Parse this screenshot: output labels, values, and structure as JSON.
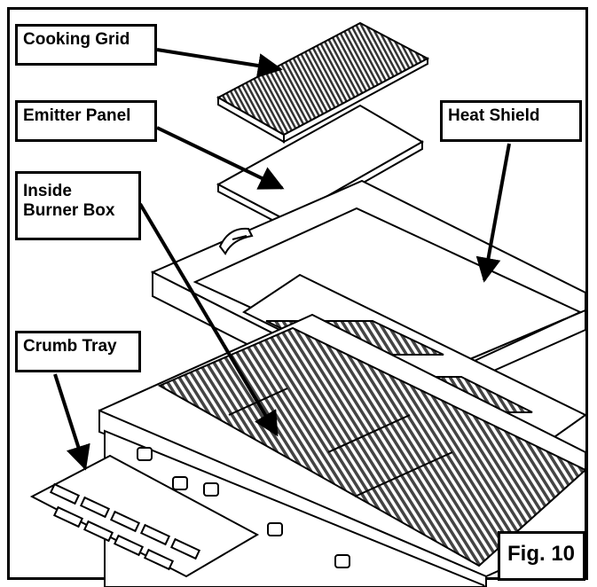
{
  "labels": {
    "cooking_grid": "Cooking Grid",
    "emitter_panel": "Emitter Panel",
    "heat_shield": "Heat Shield",
    "inside_burner_box": "Inside\nBurner Box",
    "crumb_tray": "Crumb Tray"
  },
  "figure": {
    "caption": "Fig. 10"
  },
  "colors": {
    "ink": "#000000",
    "paper": "#ffffff",
    "grate": "#555555"
  }
}
